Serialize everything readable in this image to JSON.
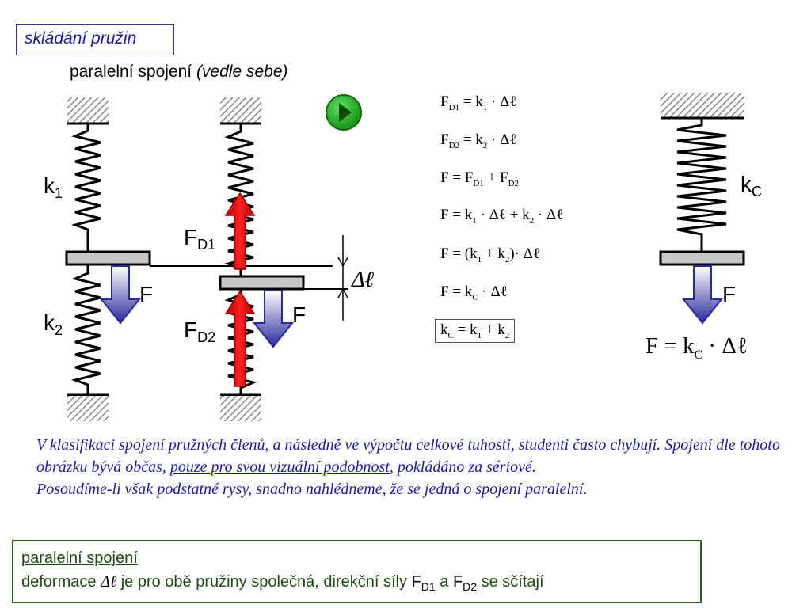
{
  "title": "skládání pružin",
  "subtitle": {
    "main": "paralelní spojení",
    "italic": "(vedle sebe)"
  },
  "left_springs": {
    "k1_label": "k",
    "k1_sub": "1",
    "k2_label": "k",
    "k2_sub": "2",
    "force_label": "F"
  },
  "middle_springs": {
    "fd1_label": "F",
    "fd1_sub": "D1",
    "fd2_label": "F",
    "fd2_sub": "D2",
    "force_label": "F",
    "delta_label": "Δℓ"
  },
  "formulas": {
    "f1": {
      "lhs": "F",
      "lhs_sub": "D1",
      "rhs": "= k",
      "rhs_sub": "1",
      "tail": " · Δℓ"
    },
    "f2": {
      "lhs": "F",
      "lhs_sub": "D2",
      "rhs": "= k",
      "rhs_sub": "2",
      "tail": " · Δℓ"
    },
    "f3": {
      "a": "F = F",
      "a_sub": "D1",
      "b": " + F",
      "b_sub": "D2"
    },
    "f4": {
      "a": "F = k",
      "a_sub": "1",
      "b": " · Δℓ + k",
      "b_sub": "2",
      "c": " · Δℓ"
    },
    "f5": {
      "a": "F = (k",
      "a_sub": "1",
      "b": " + k",
      "b_sub": "2",
      "c": ")· Δℓ"
    },
    "f6": {
      "a": "F = k",
      "a_sub": "C",
      "b": " · Δℓ"
    },
    "f7": {
      "a": "k",
      "a_sub": "C",
      "b": " = k",
      "b_sub": "1",
      "c": " + k",
      "c_sub": "2"
    }
  },
  "right_spring": {
    "kc_label": "k",
    "kc_sub": "C",
    "force_label": "F",
    "formula_a": "F = k",
    "formula_sub": "C",
    "formula_b": " · Δℓ"
  },
  "paragraph": {
    "part1": "V klasifikaci spojení pružných členů, a následně ve výpočtu celkové tuhosti, studenti často chybují. Spojení dle tohoto obrázku bývá občas, ",
    "underlined": "pouze pro svou vizuální podobnost",
    "part2": ", pokládáno za sériové.",
    "line2": "Posoudíme-li však podstatné rysy, snadno nahlédneme, že se jedná o spojení paralelní."
  },
  "summary": {
    "heading": "paralelní spojení",
    "t1": "deformace ",
    "delta": "Δℓ",
    "t2": " je pro obě pružiny společná, direkční síly ",
    "f": "F",
    "fd1_sub": "D1",
    "and": " a ",
    "fd2_sub": "D2",
    "t3": " se sčítají"
  },
  "colors": {
    "title_blue": "#1a1aa0",
    "summary_green": "#2e5e1e",
    "arrow_red": "#e00000",
    "play_green": "#1faa1f"
  },
  "icons": [
    "play-icon"
  ]
}
